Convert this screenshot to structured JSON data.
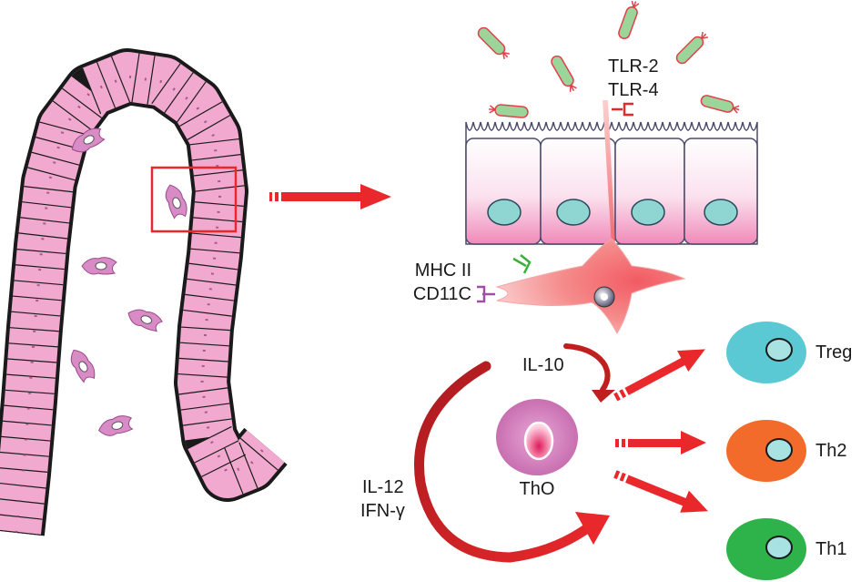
{
  "labels": {
    "tlr": [
      "TLR-2",
      "TLR-4"
    ],
    "mhc": [
      "MHC II",
      "CD11C"
    ],
    "il10": "IL-10",
    "il12": [
      "IL-12",
      "IFN-γ"
    ],
    "tho": "ThO",
    "treg": "Treg",
    "th2": "Th2",
    "th1": "Th1"
  },
  "colors": {
    "epithelium_fill": "#f2a9cf",
    "epithelium_border": "#1a1a1a",
    "villus_cell_fill": "#ffd3ea",
    "nucleus": "#8fd6d2",
    "bacteria": "#9bd59a",
    "bacteria_tip": "#e0404a",
    "arrow_red": "#e8282b",
    "arrow_dark_red": "#b9201f",
    "dendritic_cell": "#f47f7f",
    "tho_cell": "#d67ab9",
    "treg": "#5bc9d4",
    "th2": "#f26b2a",
    "th1": "#2db34a",
    "tlr_receptor": "#e8282b",
    "mhc_receptor": "#3cae3c",
    "cd11c_receptor": "#a24ea6"
  },
  "icons": [
    "villus-icon",
    "epithelial-cells-icon",
    "bacteria-icon",
    "dendritic-cell-icon",
    "tho-cell-icon",
    "treg-cell-icon",
    "th2-cell-icon",
    "th1-cell-icon"
  ]
}
